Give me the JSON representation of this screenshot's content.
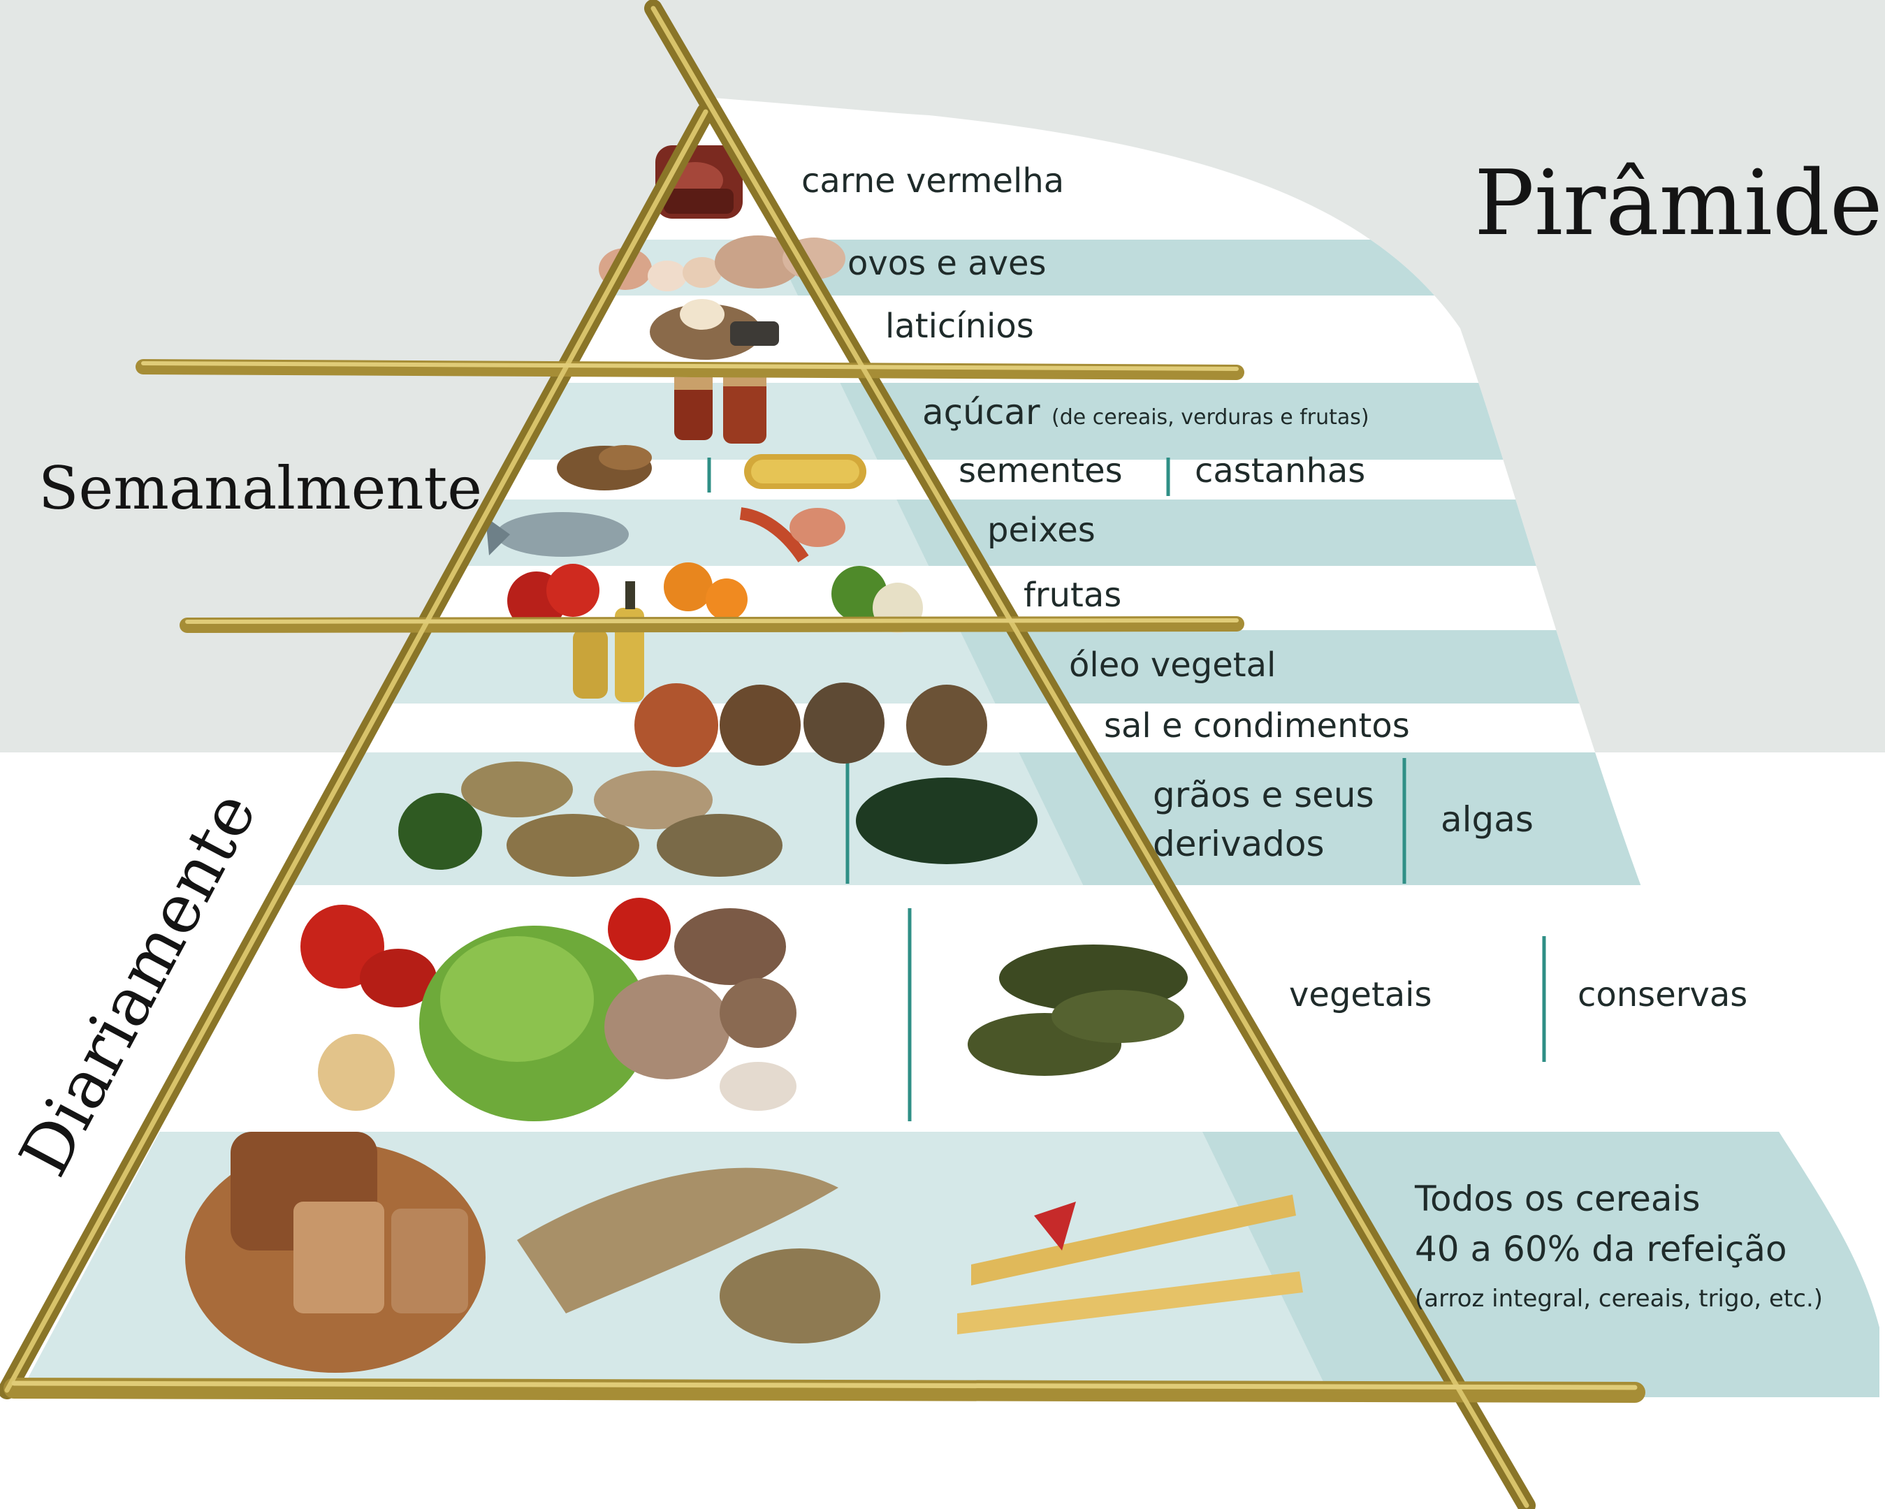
{
  "title": "Pirâmide M",
  "frequency": {
    "weekly": "Semanalmente",
    "daily": "Diariamente"
  },
  "tiers": [
    {
      "id": "carne",
      "label": "carne vermelha",
      "icon": "red-meat-icon"
    },
    {
      "id": "ovos",
      "label": "ovos e aves",
      "icon": "eggs-poultry-icon"
    },
    {
      "id": "laticinios",
      "label": "laticínios",
      "icon": "dairy-icon"
    },
    {
      "id": "acucar",
      "label": "açúcar",
      "note": "(de cereais, verduras e frutas)",
      "icon": "honey-jars-icon"
    },
    {
      "id": "sementes",
      "label": "sementes",
      "label2": "castanhas",
      "icon": "seeds-nuts-icon"
    },
    {
      "id": "peixes",
      "label": "peixes",
      "icon": "fish-shrimp-icon"
    },
    {
      "id": "frutas",
      "label": "frutas",
      "icon": "fruits-icon"
    },
    {
      "id": "oleo",
      "label": "óleo vegetal",
      "icon": "oil-bottles-icon"
    },
    {
      "id": "sal",
      "label": "sal e condimentos",
      "icon": "spice-bowls-icon"
    },
    {
      "id": "graos",
      "label_line1": "grãos e seus",
      "label_line2": "derivados",
      "label2": "algas",
      "icon": "beans-seaweed-icon"
    },
    {
      "id": "vegetais",
      "label": "vegetais",
      "label2": "conservas",
      "icon": "vegetables-pickles-icon"
    },
    {
      "id": "cereais",
      "label_line1": "Todos os cereais",
      "label_line2": "40 a 60% da refeição",
      "note": "(arroz integral, cereais, trigo, etc.)",
      "icon": "bread-grains-pasta-icon"
    }
  ],
  "colors": {
    "band": "#e3e7e5",
    "stripe": "#bfdcdc",
    "bamboo": "#b59b3f",
    "divider": "#2f8f86",
    "mountain": "#ffffff"
  }
}
